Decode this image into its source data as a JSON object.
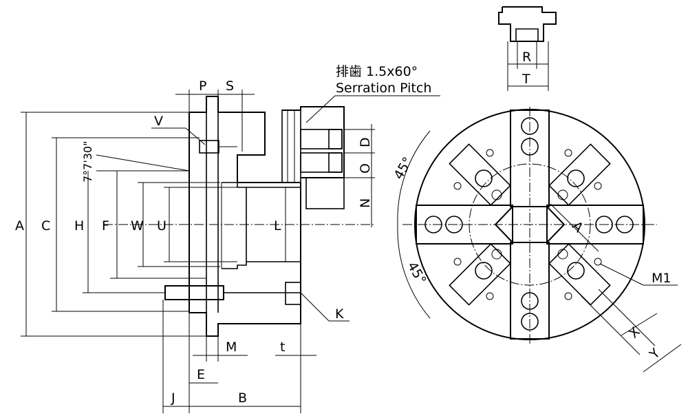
{
  "side_view": {
    "dimensions": {
      "A": "A",
      "C": "C",
      "H": "H",
      "F": "F",
      "W": "W",
      "U": "U",
      "L": "L",
      "P": "P",
      "S": "S",
      "V": "V",
      "D": "D",
      "O": "O",
      "N": "N",
      "K": "K",
      "M": "M",
      "t": "t",
      "E": "E",
      "J": "J",
      "B": "B"
    },
    "taper_angle": "7°7'30\"",
    "serration_note_jp": "排歯 1.5x60°",
    "serration_note_en": "Serration Pitch"
  },
  "jaw_detail": {
    "R": "R",
    "T": "T"
  },
  "front_view": {
    "angle_upper": "45°",
    "angle_lower": "45°",
    "A": "A",
    "M1": "M1",
    "X": "X",
    "Y": "Y"
  }
}
